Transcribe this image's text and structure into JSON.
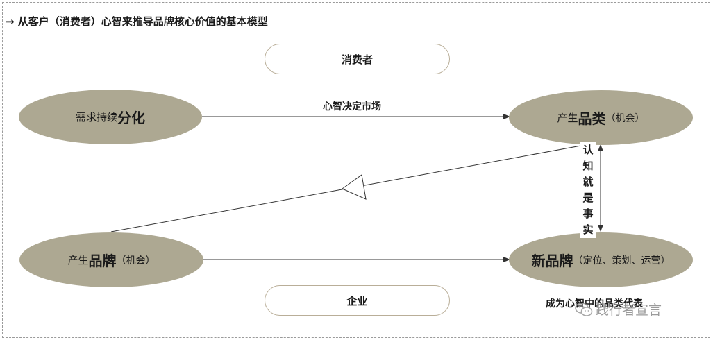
{
  "title": "→ 从客户（消费者）心智来推导品牌核心价值的基本模型",
  "nodes": {
    "consumer": "消费者",
    "enterprise": "企业",
    "demand": {
      "small": "需求持续",
      "big": "分化"
    },
    "category": {
      "small": "产生",
      "big": "品类",
      "paren": "（机会）"
    },
    "brand": {
      "small": "产生",
      "big": "品牌",
      "paren": "（机会）"
    },
    "newbrand": {
      "big": "新品牌",
      "paren": "（定位、策划、运营）"
    }
  },
  "edges": {
    "mind_label": "心智决定市场",
    "cognition_chars": [
      "认",
      "知",
      "就",
      "是",
      "事",
      "实"
    ]
  },
  "footer_text": "成为心智中的品类代表",
  "watermark": {
    "text": "践行者宣言",
    "icon": "wechat-icon"
  },
  "colors": {
    "ellipse_fill": "#ada892",
    "pill_border": "#b9ae98",
    "line": "#333333"
  }
}
